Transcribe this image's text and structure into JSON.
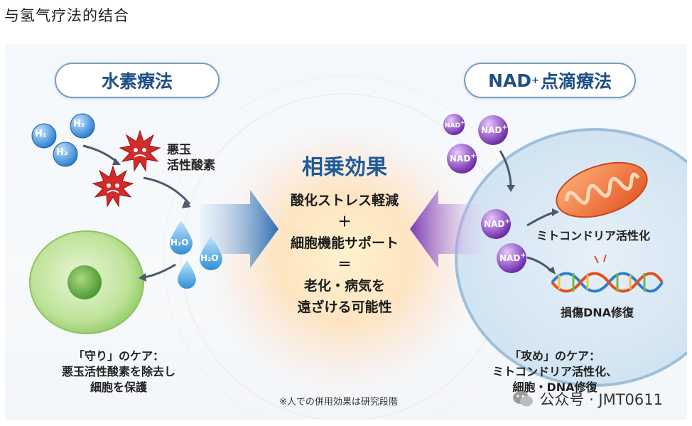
{
  "page_title": "与氢气疗法的结合",
  "left": {
    "pill_title": "水素療法",
    "h2_label": "H₂",
    "h2o_label": "H₂O",
    "ros_label_line1": "悪玉",
    "ros_label_line2": "活性酸素",
    "caption_line1": "「守り」のケア：",
    "caption_line2": "悪玉活性酸素を除去し",
    "caption_line3": "細胞を保護"
  },
  "right": {
    "pill_title_prefix": "NAD",
    "pill_title_sup": "+",
    "pill_title_suffix": "点滴療法",
    "nad_label": "NAD",
    "nad_sup": "+",
    "mito_label": "ミトコンドリア活性化",
    "dna_label": "損傷DNA修復",
    "caption_line1": "「攻め」のケア：",
    "caption_line2": "ミトコンドリア活性化、",
    "caption_line3": "細胞・DNA修復"
  },
  "center": {
    "title": "相乗効果",
    "line1": "酸化ストレス軽減",
    "plus": "＋",
    "line2": "細胞機能サポート",
    "equals": "＝",
    "line3": "老化・病気を",
    "line4": "遠ざける可能性"
  },
  "footnote": "※人での併用効果は研究段階",
  "watermark": "公众号 · JMT0611",
  "colors": {
    "pill_text": "#1f4f86",
    "title_blue": "#1f5a9a",
    "h2_blue": "#3a8fd8",
    "ros_red": "#d42a2a",
    "nad_purple": "#8a3cc0",
    "mito_orange": "#e8622a",
    "cell_green": "#7fc05a"
  }
}
